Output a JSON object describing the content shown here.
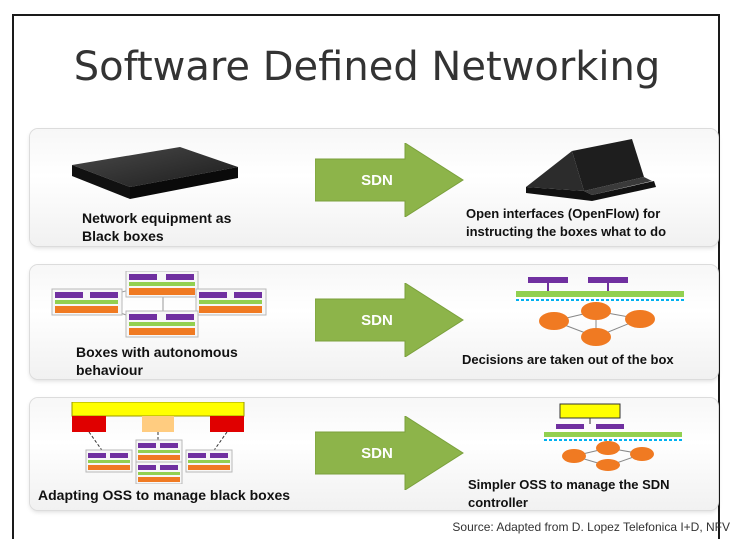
{
  "slide": {
    "title": "Software Defined Networking",
    "source": "Source: Adapted from D. Lopez Telefonica I+D, NFV"
  },
  "rows": [
    {
      "left_label": "Network equipment as Black boxes",
      "arrow_label": "SDN",
      "right_label": "Open interfaces (OpenFlow) for instructing the boxes what to do"
    },
    {
      "left_label": "Boxes with autonomous behaviour",
      "arrow_label": "SDN",
      "right_label": "Decisions are taken out of the box"
    },
    {
      "left_label": "Adapting OSS to manage black boxes",
      "arrow_label": "SDN",
      "right_label": "Simpler OSS to manage the SDN controller"
    }
  ],
  "colors": {
    "arrow_green": "#8db44a",
    "node_orange": "#f07a22",
    "bar_purple": "#7030a0",
    "bar_green": "#92d050",
    "oss_yellow": "#ffff00",
    "oss_red": "#e00000"
  },
  "icons": {
    "row1_left": "black-box-device-icon",
    "row1_right": "open-box-device-icon",
    "row2_left": "autonomous-boxes-diagram-icon",
    "row2_right": "sdn-controller-network-icon",
    "row3_left": "oss-managing-boxes-diagram-icon",
    "row3_right": "oss-sdn-controller-network-icon"
  }
}
